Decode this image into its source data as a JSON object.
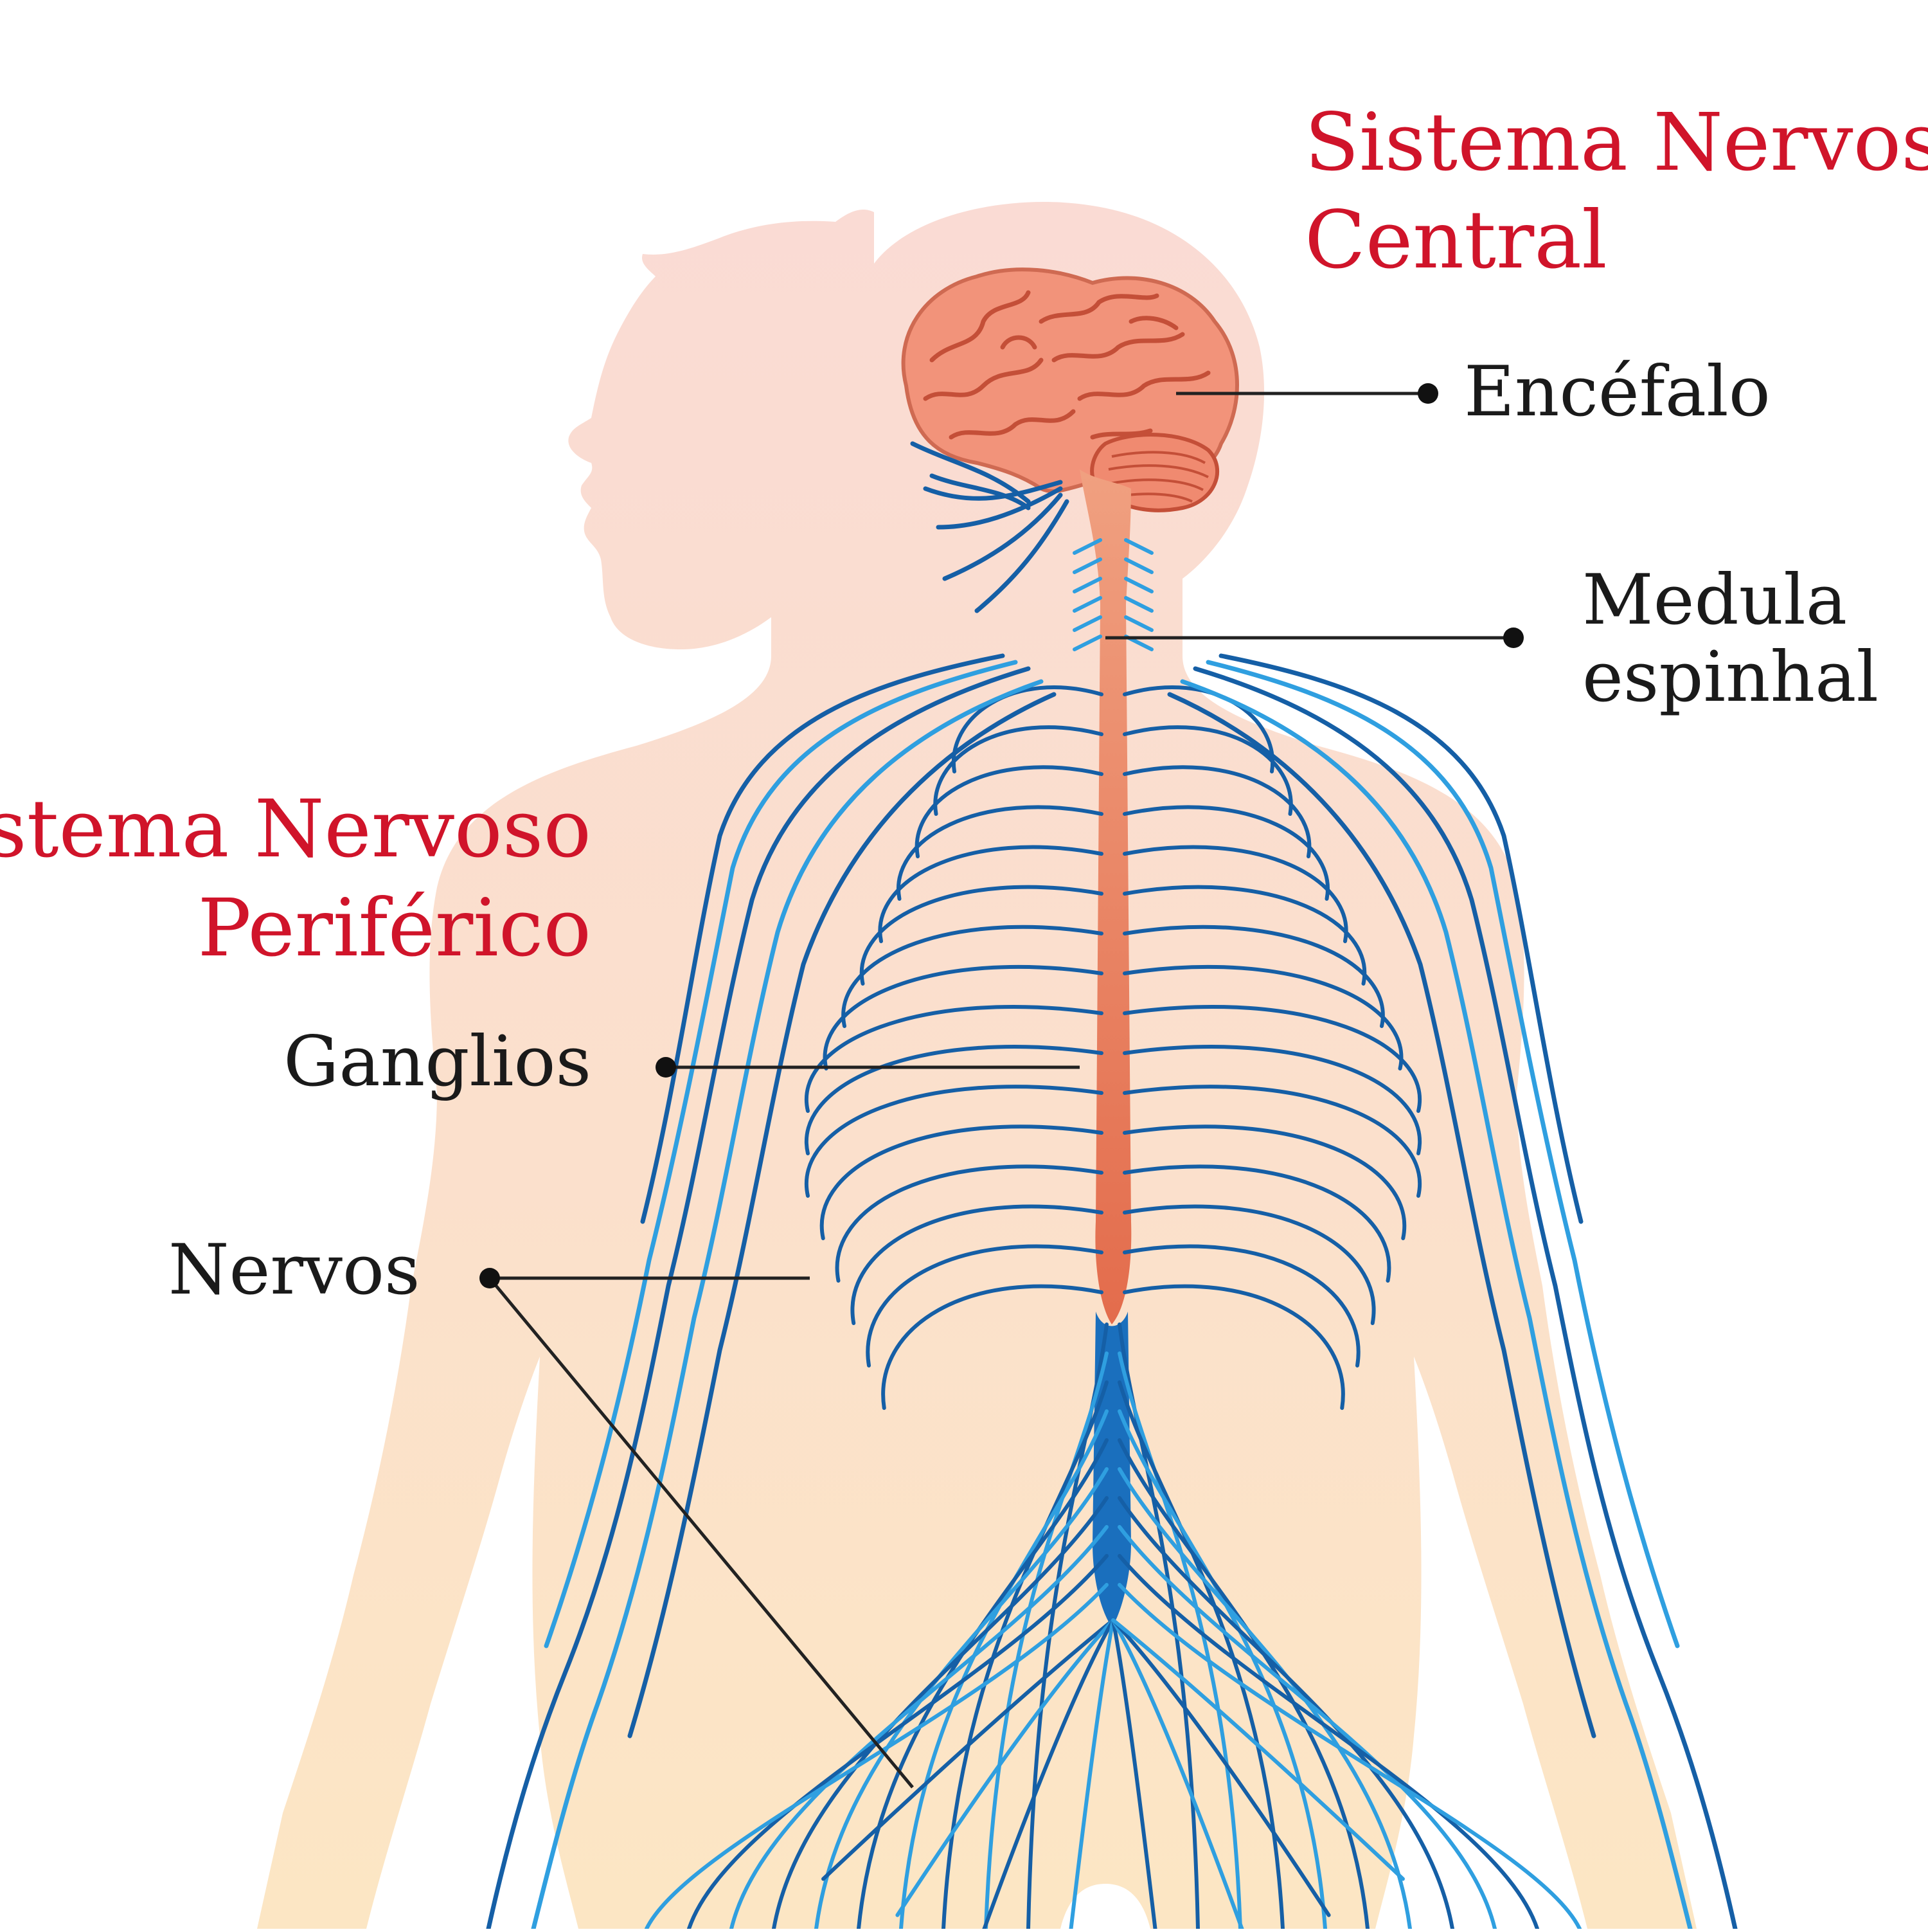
{
  "colors": {
    "skin_upper": "#fadcd3",
    "skin_lower": "#fbe3c6",
    "brain": "#f2937a",
    "brain_lines": "#c44f38",
    "spinal_cord": "#ec8a68",
    "nerve_dark": "#155fa6",
    "nerve_light": "#2f9fe0",
    "label_red": "#d0142a",
    "label_black": "#1a1a1a",
    "leader": "#222222"
  },
  "labels": {
    "central_line1": "Sistema Nervoso",
    "central_line2": "Central",
    "encefalo": "Encéfalo",
    "medula_line1": "Medula",
    "medula_line2": "espinhal",
    "peripheral_line1": "Sistema Nervoso",
    "peripheral_line2": "Periférico",
    "ganglios": "Ganglios",
    "nervos": "Nervos"
  },
  "icons": {
    "brain": "brain-icon",
    "spinal_cord": "spinal-cord-icon",
    "body": "human-silhouette-icon"
  }
}
